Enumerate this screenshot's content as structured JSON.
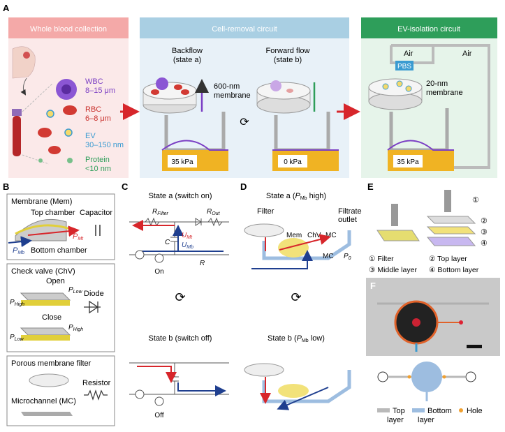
{
  "panelA": {
    "letter": "A",
    "sec1": "Whole blood collection",
    "sec2": "Cell-removal circuit",
    "sec3": "EV-isolation circuit",
    "wbc": "WBC",
    "wbcSize": "8–15 μm",
    "rbc": "RBC",
    "rbcSize": "6–8 μm",
    "ev": "EV",
    "evSize": "30–150 nm",
    "protein": "Protein",
    "proteinSize": "<10 nm",
    "backflow": "Backflow",
    "stateA": "(state a)",
    "forward": "Forward flow",
    "stateB": "(state b)",
    "mem600a": "600-nm",
    "mem600b": "membrane",
    "mem20a": "20-nm",
    "mem20b": "membrane",
    "air": "Air",
    "pbs": "PBS",
    "kpa35": "35 kPa",
    "kpa0": "0 kPa",
    "colors": {
      "pink": "#f4a9a8",
      "blue": "#a9cfe3",
      "green": "#2e9e5a",
      "wbc": "#7b3fc4",
      "rbc": "#c9302c",
      "ev": "#3a9bd1",
      "protein": "#2e9e5a",
      "yellow": "#f0b323"
    }
  },
  "panelB": {
    "letter": "B",
    "membraneTitle": "Membrane (Mem)",
    "topChamber": "Top chamber",
    "bottomChamber": "Bottom chamber",
    "capacitor": "Capacitor",
    "pMt": "P",
    "pMtSub": "Mt",
    "pMb": "P",
    "pMbSub": "Mb",
    "checkValve": "Check valve (ChV)",
    "open": "Open",
    "close": "Close",
    "diode": "Diode",
    "pHigh": "P",
    "pHighSub": "High",
    "pLow": "P",
    "pLowSub": "Low",
    "porous": "Porous membrane filter",
    "resistor": "Resistor",
    "microchannel": "Microchannel (MC)"
  },
  "panelC": {
    "letter": "C",
    "stateA": "State a (switch on)",
    "stateB": "State b (switch off)",
    "rFilter": "R",
    "rFilterSub": "Filter",
    "rOut": "R",
    "rOutSub": "Out",
    "c": "C",
    "uMt": "U",
    "uMtSub": "Mt",
    "uMb": "U",
    "uMbSub": "Mb",
    "r": "R",
    "on": "On",
    "off": "Off"
  },
  "panelD": {
    "letter": "D",
    "stateA": "State a (",
    "stateASub": "Mb",
    "stateAEnd": " high)",
    "stateB": "State b (",
    "stateBSub": "Mb",
    "stateBEnd": " low)",
    "filter": "Filter",
    "filtrate1": "Filtrate",
    "filtrate2": "outlet",
    "mem": "Mem",
    "chv": "ChV",
    "mc": "MC",
    "p0": "P",
    "p0sub": "0"
  },
  "panelE": {
    "letter": "E",
    "n1": "①",
    "n2": "②",
    "n3": "③",
    "n4": "④",
    "l1": "① Filter",
    "l2": "② Top layer",
    "l3": "③ Middle layer",
    "l4": "④ Bottom layer"
  },
  "panelF": {
    "letter": "F",
    "legTop1": "Top",
    "legTop2": "layer",
    "legBottom1": "Bottom",
    "legBottom2": "layer",
    "legHole": "Hole",
    "colors": {
      "top": "#b9b9b9",
      "bottom": "#9dbde0",
      "hole": "#f0a030"
    }
  }
}
